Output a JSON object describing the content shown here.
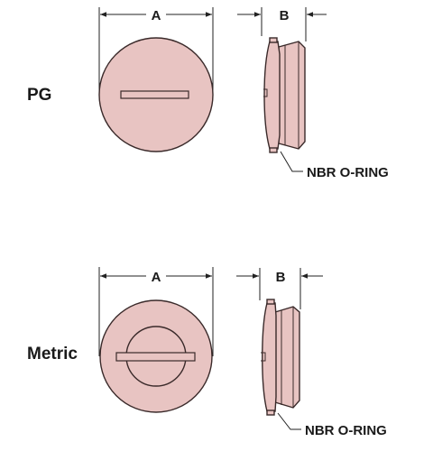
{
  "views": {
    "pg": {
      "name": "PG",
      "dim_front": "A",
      "dim_side": "B",
      "callout": "NBR O-RING"
    },
    "metric": {
      "name": "Metric",
      "dim_front": "A",
      "dim_side": "B",
      "callout": "NBR O-RING"
    }
  },
  "colors": {
    "plug_fill": "#e8c4c2",
    "outline": "#3a2a2a"
  }
}
